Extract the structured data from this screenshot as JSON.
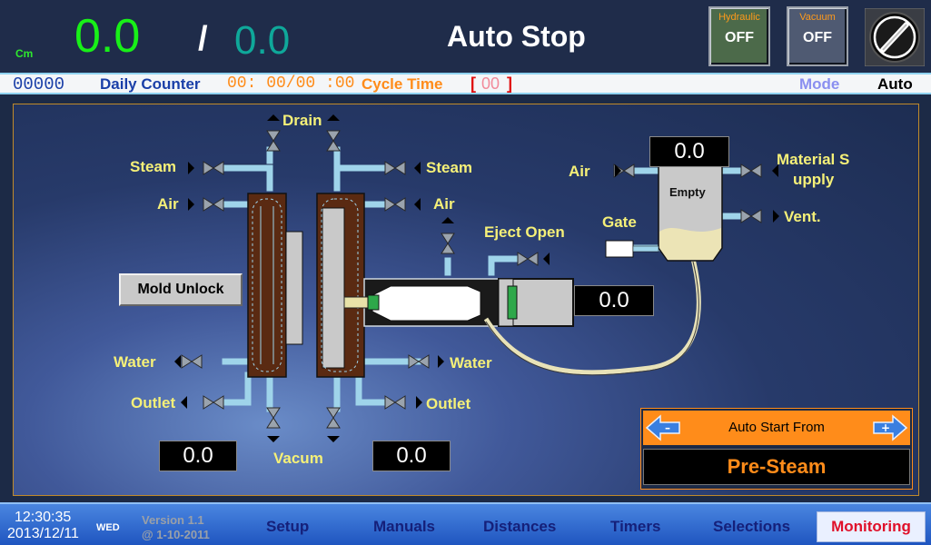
{
  "header": {
    "unit": "Cm",
    "position_actual": "0.0",
    "separator": "/",
    "position_target": "0.0",
    "status_title": "Auto Stop",
    "hydraulic": {
      "label": "Hydraulic",
      "value": "OFF"
    },
    "vacuum": {
      "label": "Vacuum",
      "value": "OFF"
    },
    "mode_knob_icon": "selector-knob-icon"
  },
  "infobar": {
    "counter": "00000",
    "daily_counter_label": "Daily Counter",
    "time": "00: 00/00 :00",
    "cycle_time_label": "Cycle Time",
    "bracket_left": "[",
    "bracket_value": "00",
    "bracket_right": "]",
    "mode_label": "Mode",
    "mode_value": "Auto"
  },
  "diagram": {
    "labels": {
      "drain": "Drain",
      "steam_left": "Steam",
      "steam_right": "Steam",
      "air_left": "Air",
      "air_right": "Air",
      "air_hopper": "Air",
      "water_left": "Water",
      "water_right": "Water",
      "outlet_left": "Outlet",
      "outlet_right": "Outlet",
      "vacum": "Vacum",
      "eject_open": "Eject Open",
      "gate": "Gate",
      "material_supply_line1": "Material S",
      "material_supply_line2": "upply",
      "vent": "Vent.",
      "hopper_status": "Empty"
    },
    "mold_unlock_button": "Mold Unlock",
    "hopper_display": "0.0",
    "injector_display": "0.0",
    "bottom_left_display": "0.0",
    "bottom_right_display": "0.0"
  },
  "auto_start": {
    "title": "Auto Start From",
    "value": "Pre-Steam",
    "prev_icon": "arrow-left-minus-icon",
    "next_icon": "arrow-right-plus-icon"
  },
  "bottombar": {
    "time": "12:30:35",
    "date": "2013/12/11",
    "weekday": "WED",
    "version_line1": "Version 1.1",
    "version_line2": "@ 1-10-2011",
    "nav": [
      "Setup",
      "Manuals",
      "Distances",
      "Timers",
      "Selections",
      "Monitoring"
    ],
    "active_nav": "Monitoring"
  },
  "colors": {
    "actual_green": "#18f018",
    "target_teal": "#0fa89a",
    "accent_orange": "#ff8c1a",
    "label_yellow": "#f5f078",
    "pipe_blue": "#9fd4ea",
    "mold_brown": "#5a2a12",
    "active_red": "#e0102a"
  }
}
